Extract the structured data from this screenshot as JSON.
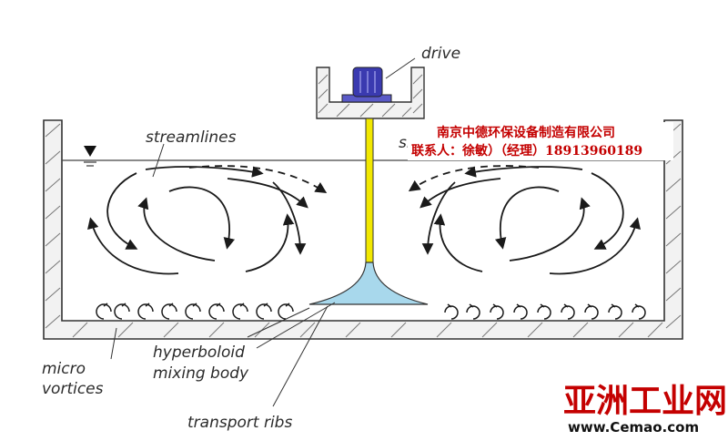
{
  "labels": {
    "drive": "drive",
    "shaft": "shaft",
    "streamlines": "streamlines",
    "micro_line1": "micro",
    "micro_line2": "vortices",
    "hyper_line1": "hyperboloid",
    "hyper_line2": "mixing body",
    "transport": "transport ribs"
  },
  "overlay": {
    "company": "南京中德环保设备制造有限公司",
    "contact": "联系人：徐敏）（经理）18913960189"
  },
  "watermark": {
    "title": "亚洲工业网",
    "url": "www.Cemao.com"
  },
  "colors": {
    "shaft": "#f2e800",
    "mixing_body": "#a8d8ec",
    "motor": "#3a3ab0",
    "accent_red": "#c40000"
  }
}
